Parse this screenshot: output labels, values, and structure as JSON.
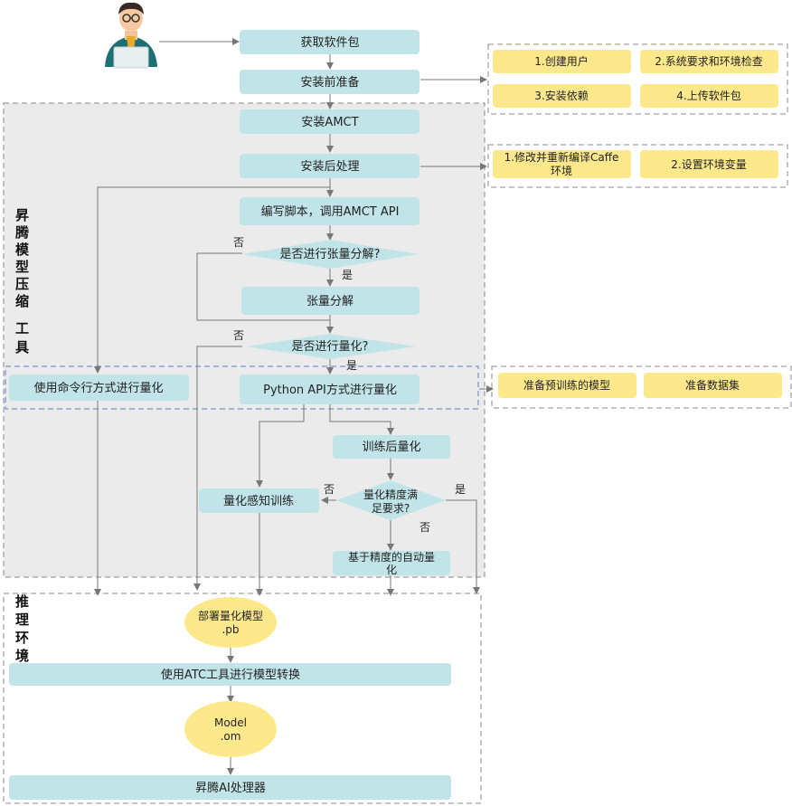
{
  "steps": {
    "get_package": "获取软件包",
    "pre_install": "安装前准备",
    "install_amct": "安装AMCT",
    "post_install": "安装后处理",
    "write_script": "编写脚本，调用AMCT API",
    "decision_tensor": "是否进行张量分解?",
    "tensor_decomp": "张量分解",
    "decision_quant": "是否进行量化?",
    "cli_quant": "使用命令行方式进行量化",
    "python_quant": "Python API方式进行量化",
    "ptq": "训练后量化",
    "qat": "量化感知训练",
    "decision_precision": [
      "量化精度满",
      "足要求?"
    ],
    "auto_quant": [
      "基于精度的自动量",
      "化"
    ],
    "deploy_model": [
      "部署量化模型",
      ".pb"
    ],
    "atc_convert": "使用ATC工具进行模型转换",
    "model_om": [
      "Model",
      ".om"
    ],
    "processor": "昇腾AI处理器"
  },
  "pre_install_tasks": [
    "1.创建用户",
    "2.系统要求和环境检查",
    "3.安装依赖",
    "4.上传软件包"
  ],
  "post_install_tasks": [
    [
      "1.修改并重新编译Caffe",
      "环境"
    ],
    "2.设置环境变量"
  ],
  "quant_inputs": [
    "准备预训练的模型",
    "准备数据集"
  ],
  "labels": {
    "yes": "是",
    "no": "否"
  },
  "regions": {
    "compression_tool": [
      "昇",
      "腾",
      "模",
      "型",
      "压",
      "缩",
      "工",
      "具"
    ],
    "inference_env": [
      "推",
      "理",
      "环",
      "境"
    ]
  },
  "colors": {
    "process_fill": "#c1e4e8",
    "task_fill": "#fde98c",
    "ellipse_fill": "#fde98c",
    "region_fill": "#ebebeb",
    "dash_gray": "#888888",
    "dash_blue": "#5b7fc4",
    "arrow": "#777777"
  }
}
